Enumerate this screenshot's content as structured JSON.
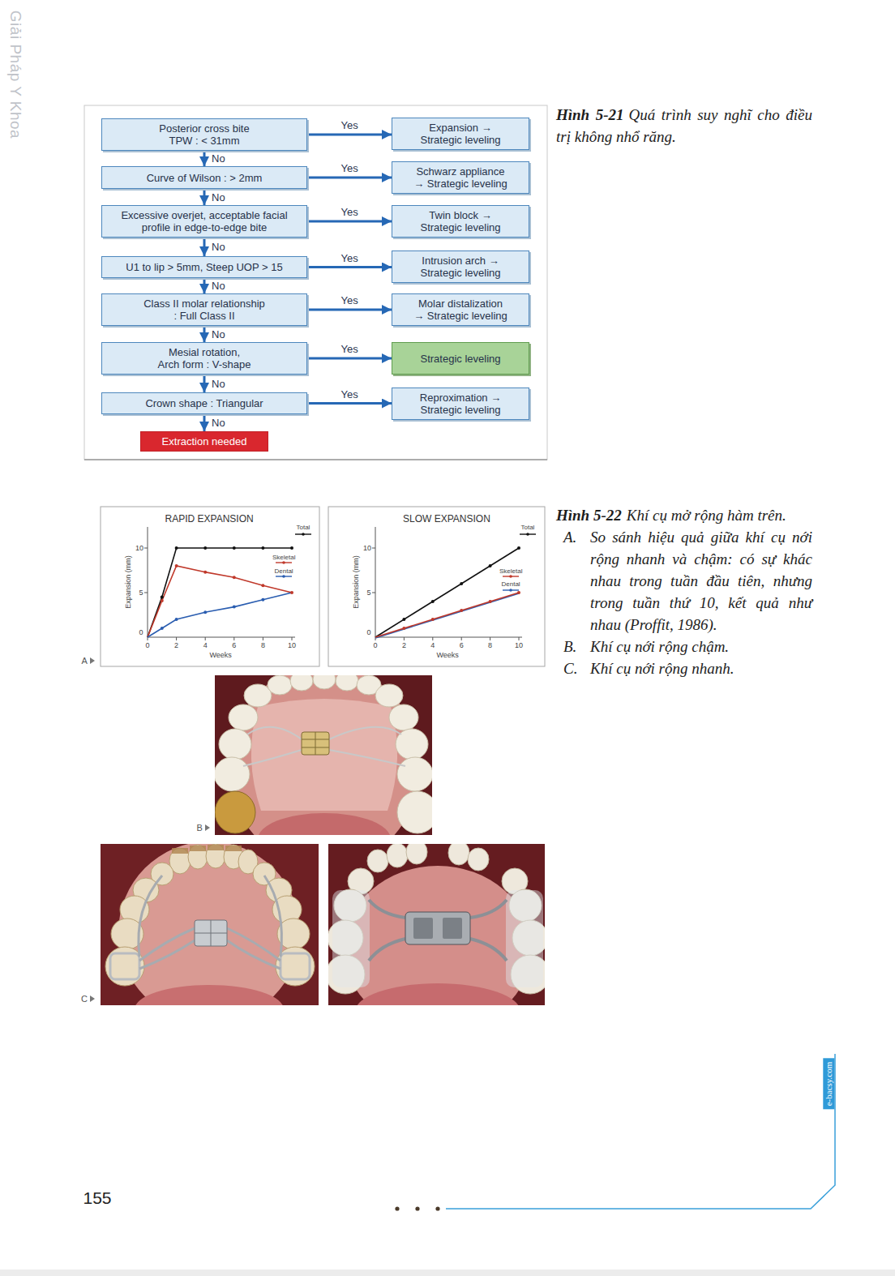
{
  "diagram": {
    "nodes": [
      {
        "text": [
          "Posterior cross bite TPW : < 31mm"
        ]
      },
      {
        "text": [
          "Expansion → Strategic leveling"
        ]
      },
      {
        "text": [
          "Curve of Wilson : > 2mm"
        ]
      },
      {
        "text": [
          "Schwarz appliance → Strategic leveling"
        ]
      },
      {
        "text": [
          "Excessive overjet, acceptable facial profile in edge-to-edge bite"
        ]
      },
      {
        "text": [
          "Twin block → Strategic leveling"
        ]
      },
      {
        "text": [
          "U1 to lip > 5mm, Steep UOP > 15"
        ]
      },
      {
        "text": [
          "Intrusion arch → Strategic leveling"
        ]
      },
      {
        "text": [
          "Class II molar relationship : Full Class II"
        ]
      },
      {
        "text": [
          "Molar distalization → Strategic leveling"
        ]
      },
      {
        "text": [
          "Mesial rotation, Arch form : V-shape"
        ]
      },
      {
        "text": [
          "Strategic leveling"
        ]
      },
      {
        "text": [
          "Crown shape : Triangular"
        ]
      },
      {
        "text": [
          "Reproximation → Strategic leveling"
        ]
      },
      {
        "text": [
          "Extraction needed"
        ]
      }
    ],
    "edges": [
      {
        "from": 0,
        "to": 1,
        "label": "Yes",
        "arrow": "to"
      },
      {
        "from": 0,
        "to": 2,
        "label": "No",
        "arrow": "to"
      },
      {
        "from": 2,
        "to": 3,
        "label": "Yes",
        "arrow": "to"
      },
      {
        "from": 2,
        "to": 4,
        "label": "No",
        "arrow": "to"
      },
      {
        "from": 4,
        "to": 5,
        "label": "Yes",
        "arrow": "to"
      },
      {
        "from": 4,
        "to": 6,
        "label": "No",
        "arrow": "to"
      },
      {
        "from": 6,
        "to": 7,
        "label": "Yes",
        "arrow": "to"
      },
      {
        "from": 6,
        "to": 8,
        "label": "No",
        "arrow": "to"
      },
      {
        "from": 8,
        "to": 9,
        "label": "Yes",
        "arrow": "to"
      },
      {
        "from": 8,
        "to": 10,
        "label": "No",
        "arrow": "to"
      },
      {
        "from": 10,
        "to": 11,
        "label": "Yes",
        "arrow": "to"
      },
      {
        "from": 10,
        "to": 12,
        "label": "No",
        "arrow": "to"
      },
      {
        "from": 12,
        "to": 13,
        "label": "Yes",
        "arrow": "to"
      },
      {
        "from": 12,
        "to": 14,
        "label": "No",
        "arrow": "to"
      }
    ],
    "labels": [
      "Giải Pháp Y Khoa",
      "Hình 5-21",
      "Quá trình suy nghĩ cho điều trị không nhổ răng.",
      "Hình 5-22",
      "Khí cụ mở rộng hàm trên.",
      "A.",
      "So sánh hiệu quả giữa khí cụ nới rộng nhanh và chậm: có sự khác nhau trong tuần đầu tiên, nhưng trong tuần thứ 10, kết quả như nhau (Proffit, 1986).",
      "B.",
      "Khí cụ nới rộng chậm.",
      "C.",
      "Khí cụ nới rộng nhanh.",
      "RAPID EXPANSION",
      "Total",
      "Skeletal",
      "Dental",
      "Expansion (mm)",
      "Weeks",
      "10",
      "5",
      "0",
      "0",
      "2",
      "4",
      "6",
      "8",
      "10",
      "SLOW EXPANSION",
      "Total",
      "Skeletal",
      "Dental",
      "Expansion (mm)",
      "Weeks",
      "10",
      "5",
      "0",
      "0",
      "2",
      "4",
      "6",
      "8",
      "10",
      "A",
      "B",
      "C",
      "e-bacsy.com",
      "155"
    ]
  }
}
